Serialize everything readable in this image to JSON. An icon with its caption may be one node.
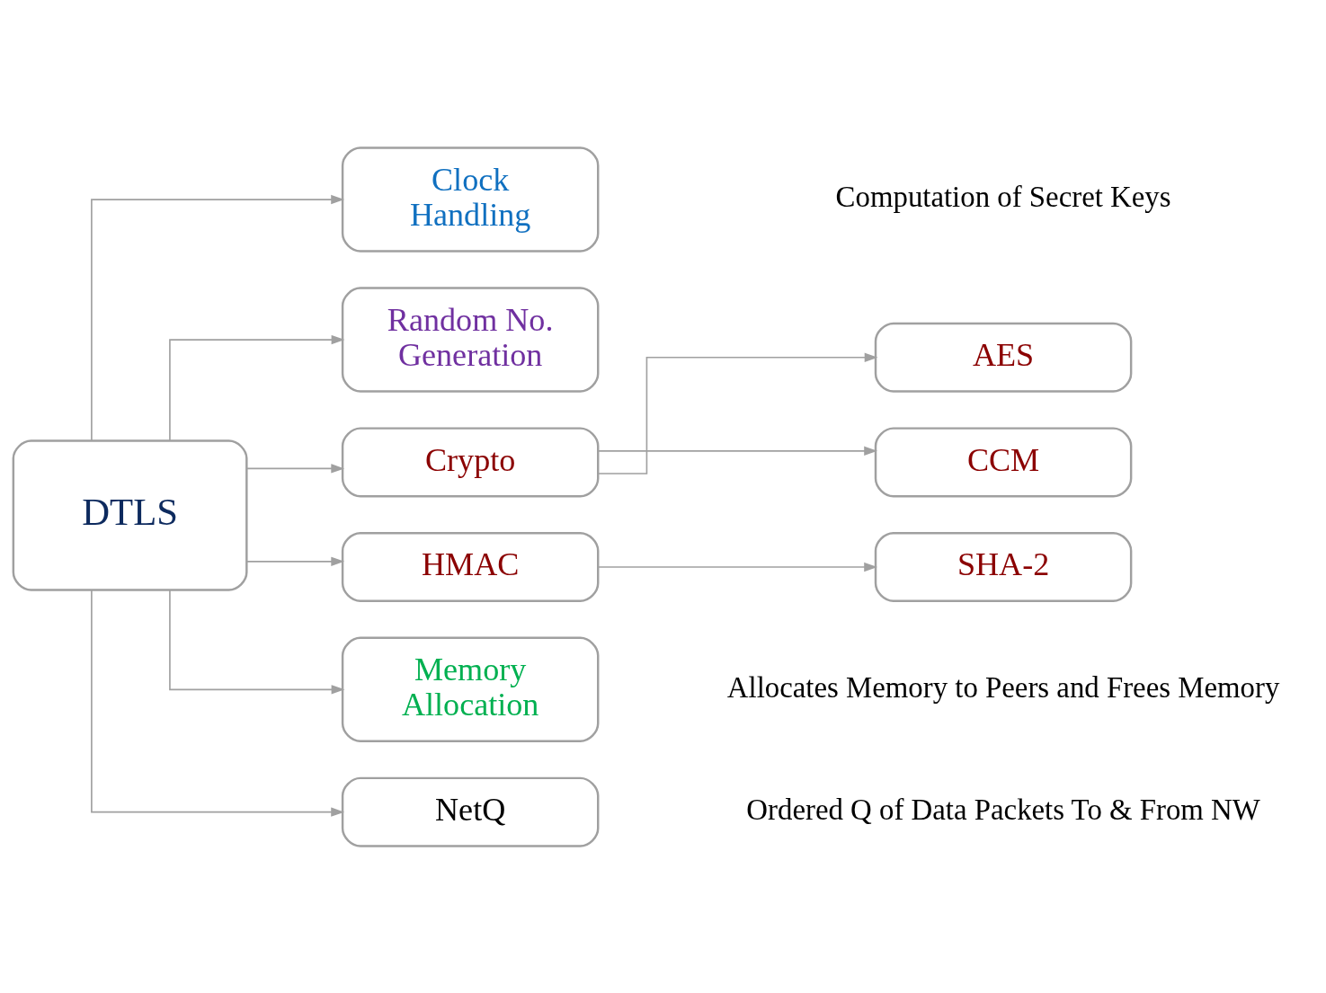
{
  "diagram": {
    "nodes": [
      {
        "text": [
          "DTLS"
        ]
      },
      {
        "text": [
          "Clock Handling"
        ]
      },
      {
        "text": [
          "Random No. Generation"
        ]
      },
      {
        "text": [
          "Crypto"
        ]
      },
      {
        "text": [
          "HMAC"
        ]
      },
      {
        "text": [
          "Memory Allocation"
        ]
      },
      {
        "text": [
          "NetQ"
        ]
      },
      {
        "text": [
          "AES"
        ]
      },
      {
        "text": [
          "CCM"
        ]
      },
      {
        "text": [
          "SHA-2"
        ]
      }
    ],
    "edges": [
      {
        "from": 0,
        "to": 1,
        "arrow": "to"
      },
      {
        "from": 0,
        "to": 2,
        "arrow": "to"
      },
      {
        "from": 0,
        "to": 3,
        "arrow": "to"
      },
      {
        "from": 0,
        "to": 4,
        "arrow": "to"
      },
      {
        "from": 0,
        "to": 5,
        "arrow": "to"
      },
      {
        "from": 0,
        "to": 6,
        "arrow": "to"
      },
      {
        "from": 3,
        "to": 7,
        "arrow": "to"
      },
      {
        "from": 3,
        "to": 8,
        "arrow": "to"
      },
      {
        "from": 4,
        "to": 9,
        "arrow": "to"
      }
    ],
    "labels": [
      "Computation of Secret Keys",
      "Allocates Memory to Peers and Frees Memory",
      "Ordered Q of Data Packets To & From NW"
    ]
  }
}
